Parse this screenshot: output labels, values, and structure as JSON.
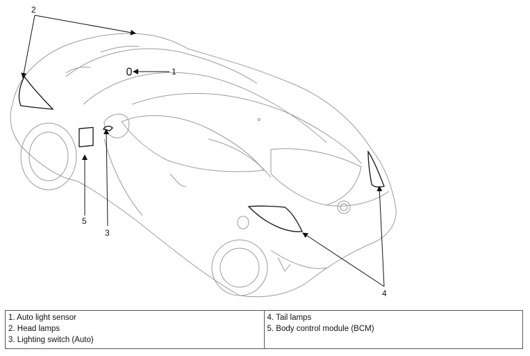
{
  "callouts": {
    "c1": "1",
    "c2": "2",
    "c3": "3",
    "c4": "4",
    "c5": "5"
  },
  "legend": {
    "left": [
      "1. Auto light sensor",
      "2. Head lamps",
      "3. Lighting switch (Auto)"
    ],
    "right": [
      "4. Tail lamps",
      "5. Body control module (BCM)"
    ]
  },
  "colors": {
    "line": "#111111",
    "car_outline": "#9a9a9a",
    "border": "#555555"
  }
}
